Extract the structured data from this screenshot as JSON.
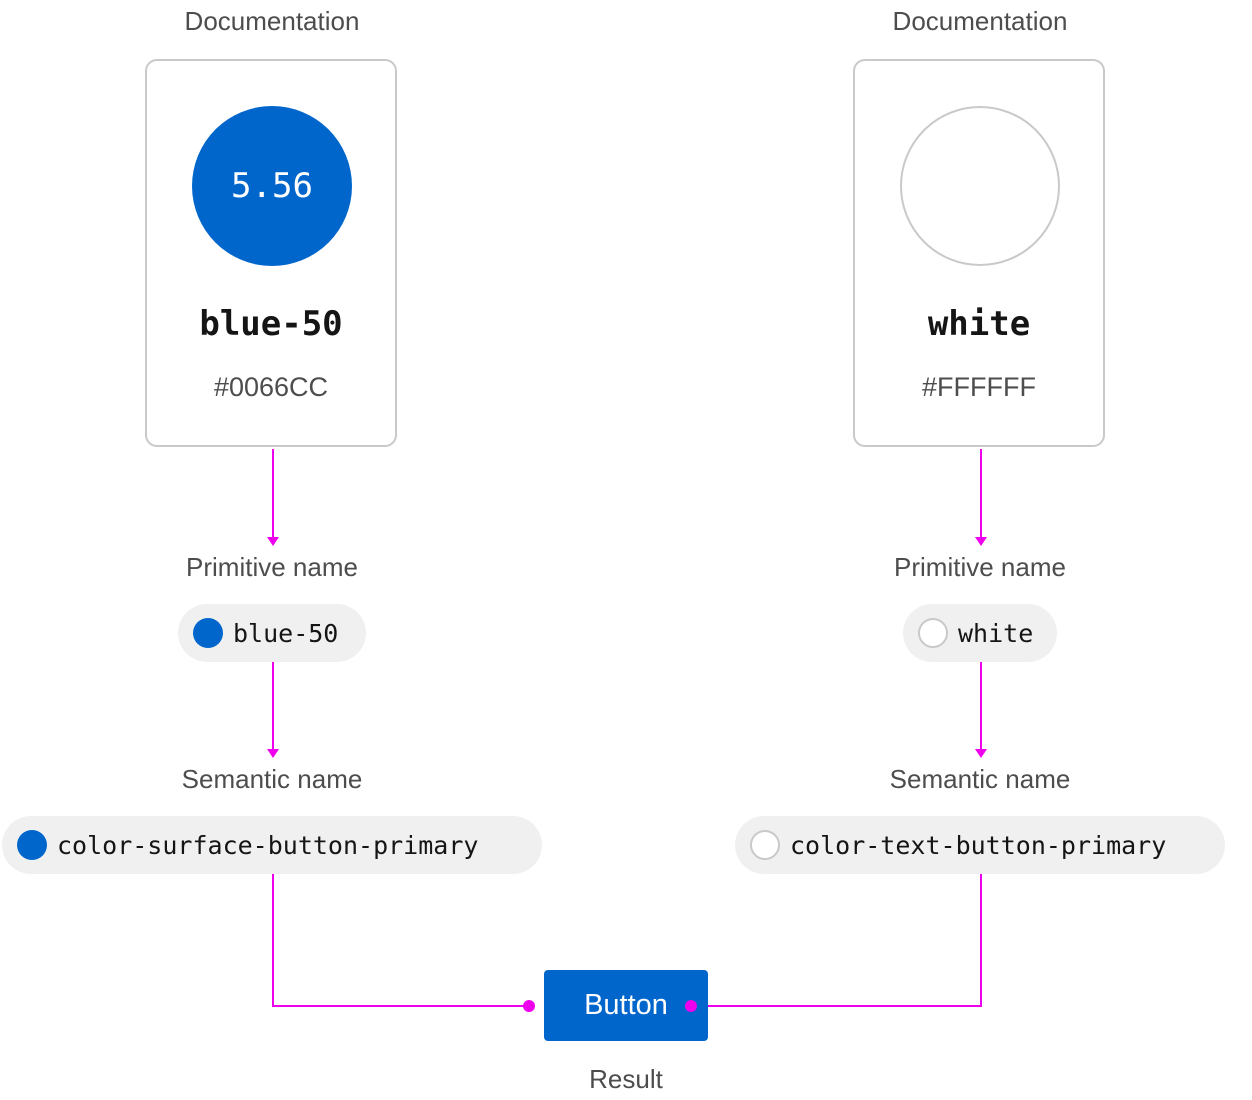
{
  "colors": {
    "blue": "#0066CC",
    "white": "#FFFFFF",
    "connector": "#EE00EE",
    "pill_bg": "#F0F0F0",
    "card_border": "#C9C9C9",
    "label_text": "#4D4D4D"
  },
  "left": {
    "doc_label": "Documentation",
    "swatch_value": "5.56",
    "token": "blue-50",
    "hex": "#0066CC",
    "primitive_label": "Primitive name",
    "primitive_name": "blue-50",
    "semantic_label": "Semantic name",
    "semantic_name": "color-surface-button-primary"
  },
  "right": {
    "doc_label": "Documentation",
    "token": "white",
    "hex": "#FFFFFF",
    "primitive_label": "Primitive name",
    "primitive_name": "white",
    "semantic_label": "Semantic name",
    "semantic_name": "color-text-button-primary"
  },
  "result": {
    "button_label": "Button",
    "label": "Result"
  }
}
